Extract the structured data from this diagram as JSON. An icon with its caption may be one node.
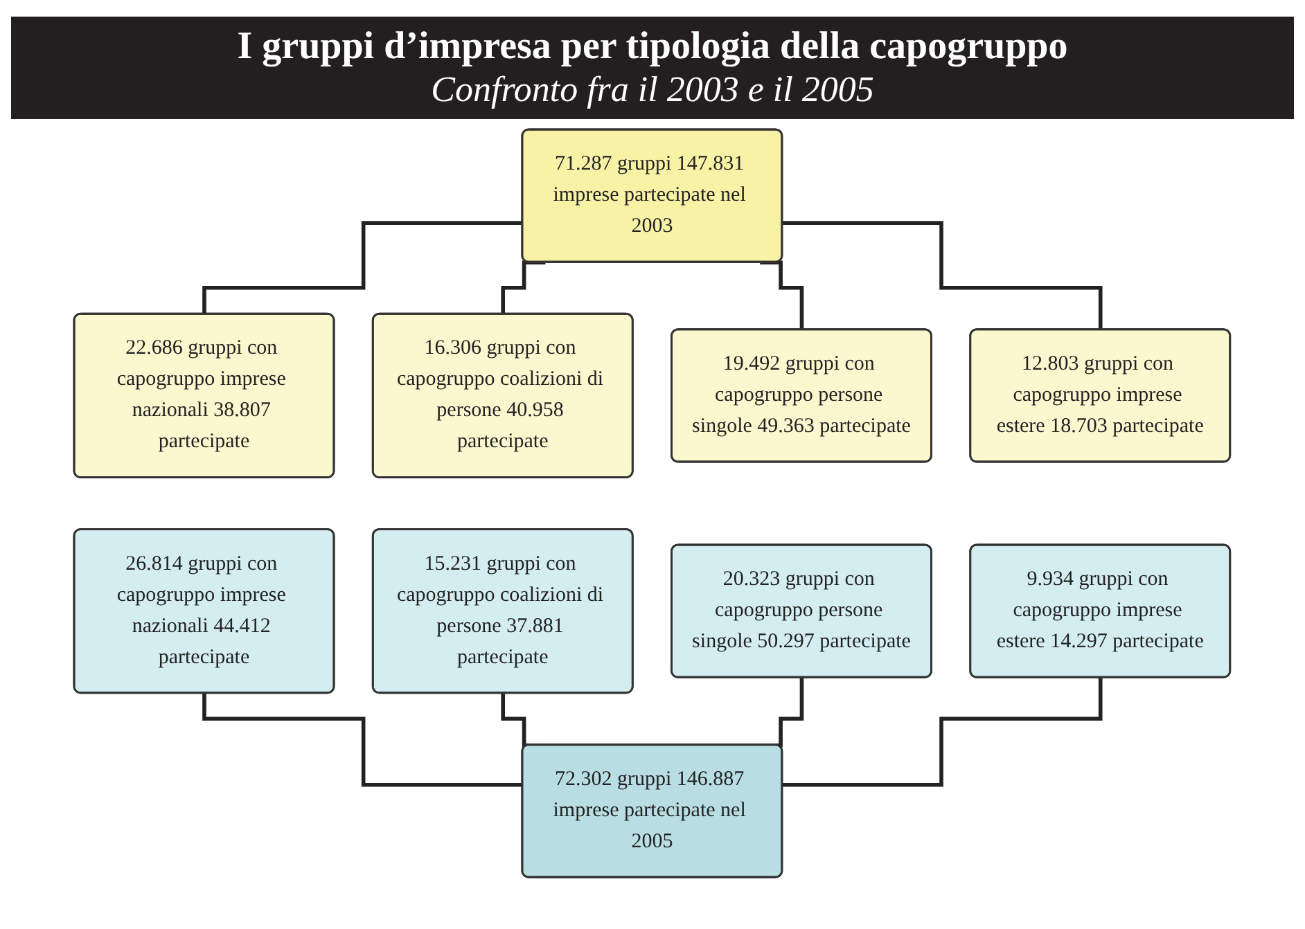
{
  "diagram": {
    "title": "I gruppi d’impresa per tipologia della capogruppo",
    "nodes": [
      {
        "text": [
          "71.287 gruppi 147.831 imprese partecipate nel 2003"
        ]
      },
      {
        "text": [
          "22.686 gruppi con capogruppo imprese nazionali 38.807 partecipate"
        ]
      },
      {
        "text": [
          "16.306 gruppi con capogruppo coalizioni di persone 40.958 partecipate"
        ]
      },
      {
        "text": [
          "19.492 gruppi con capogruppo persone singole 49.363 partecipate"
        ]
      },
      {
        "text": [
          "12.803 gruppi con capogruppo imprese estere 18.703 partecipate"
        ]
      },
      {
        "text": [
          "26.814 gruppi con capogruppo imprese nazionali 44.412 partecipate"
        ]
      },
      {
        "text": [
          "15.231 gruppi con capogruppo coalizioni di persone 37.881 partecipate"
        ]
      },
      {
        "text": [
          "20.323 gruppi con capogruppo persone singole 50.297 partecipate"
        ]
      },
      {
        "text": [
          "9.934 gruppi con capogruppo imprese estere 14.297 partecipate"
        ]
      },
      {
        "text": [
          "72.302 gruppi 146.887 imprese partecipate nel 2005"
        ]
      }
    ],
    "edges": [
      {
        "from": 0,
        "to": 1,
        "arrow": "none"
      },
      {
        "from": 0,
        "to": 2,
        "arrow": "none"
      },
      {
        "from": 0,
        "to": 3,
        "arrow": "none"
      },
      {
        "from": 0,
        "to": 4,
        "arrow": "none"
      },
      {
        "from": 5,
        "to": 9,
        "arrow": "none"
      },
      {
        "from": 6,
        "to": 9,
        "arrow": "none"
      },
      {
        "from": 7,
        "to": 9,
        "arrow": "none"
      },
      {
        "from": 8,
        "to": 9,
        "arrow": "none"
      }
    ],
    "labels": [
      "Confronto fra il 2003 e il 2005"
    ]
  }
}
